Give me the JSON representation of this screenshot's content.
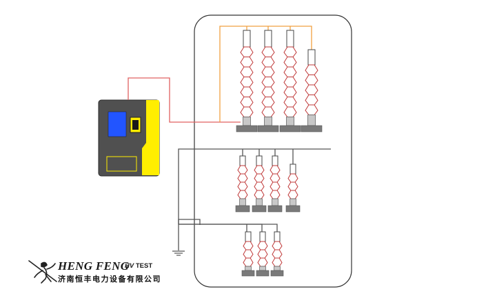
{
  "logo": {
    "brand_name": "HENG FENG",
    "tag_hv": "HV",
    "tag_test": "TEST",
    "company_cn": "济南恒丰电力设备有限公司"
  },
  "colors": {
    "hv_lead": "#e06060",
    "bus": "#f0a040",
    "ground": "#555555",
    "insulator": "#c03a3a",
    "tester_body": "#505050",
    "tester_panel": "#ffee00",
    "tester_screen": "#2255ff"
  },
  "devices": {
    "tester": "hv-test-instrument",
    "enclosure": "switchgear-enclosure",
    "ground_symbol": "ground-icon"
  }
}
